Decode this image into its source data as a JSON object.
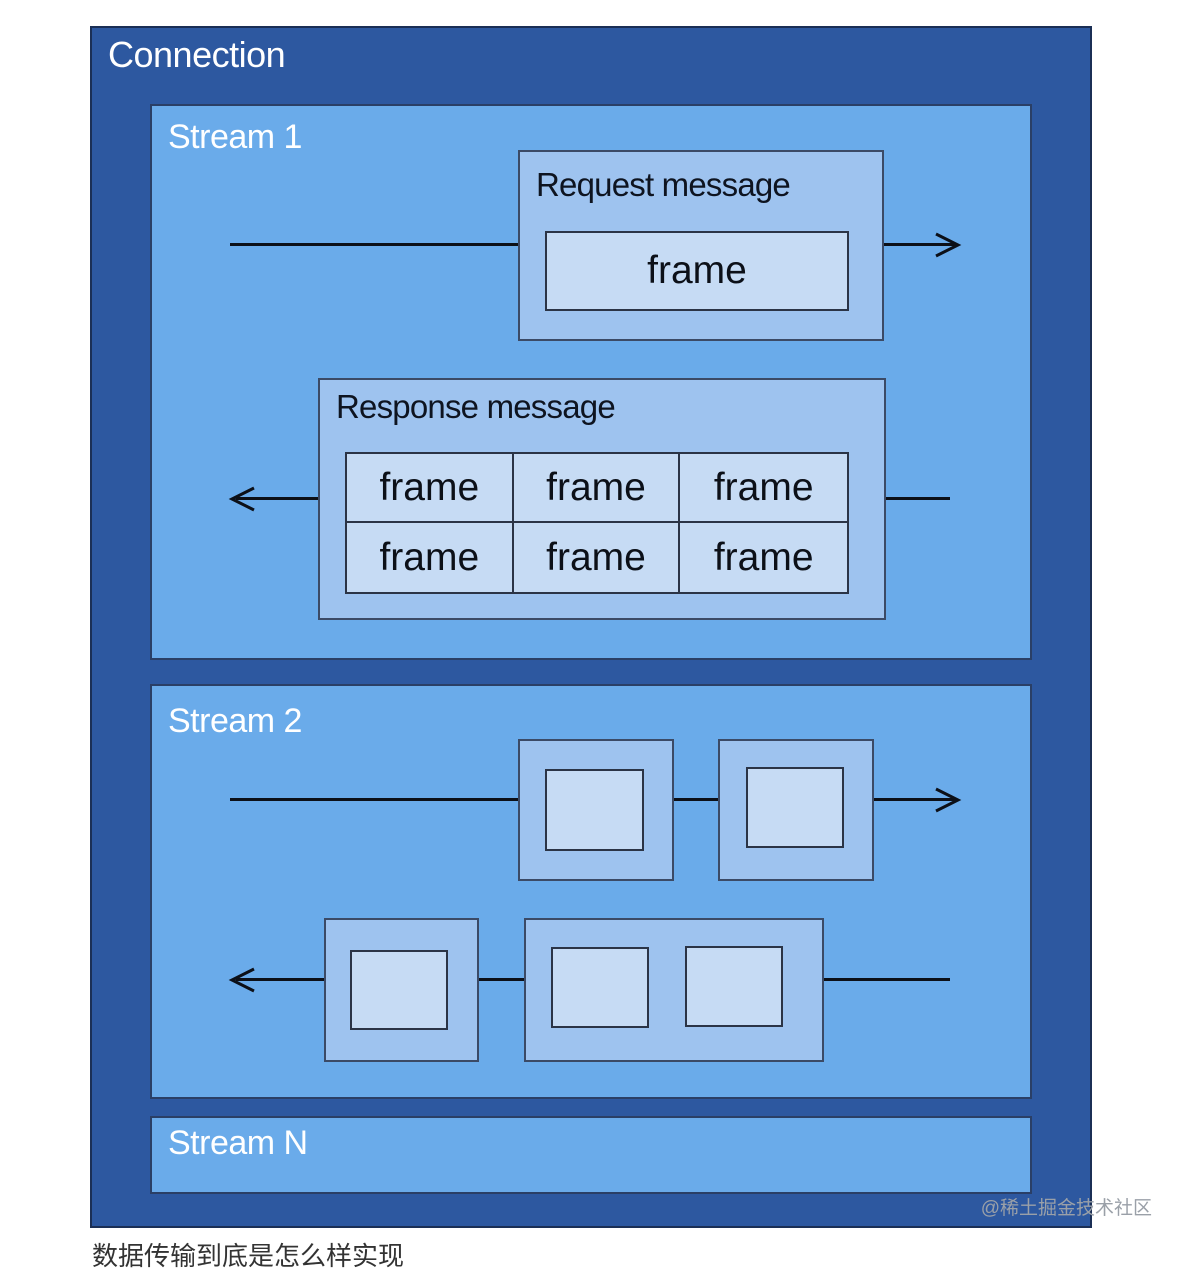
{
  "connection": {
    "label": "Connection"
  },
  "stream1": {
    "label": "Stream 1",
    "request": {
      "label": "Request message",
      "frames": [
        "frame"
      ]
    },
    "response": {
      "label": "Response message",
      "frames": [
        "frame",
        "frame",
        "frame",
        "frame",
        "frame",
        "frame"
      ]
    }
  },
  "stream2": {
    "label": "Stream 2"
  },
  "streamN": {
    "label": "Stream N"
  },
  "watermark": "@稀土掘金技术社区",
  "caption": "数据传输到底是怎么样实现"
}
